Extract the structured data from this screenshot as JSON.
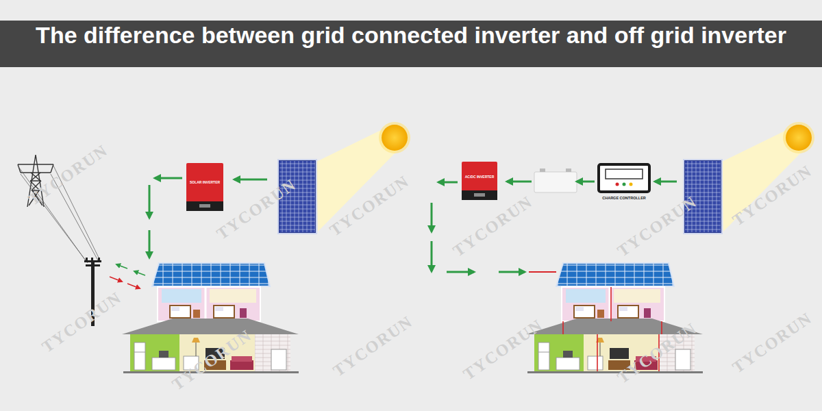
{
  "diagram": {
    "title": "The difference between grid connected inverter and off grid inverter",
    "nodes": [
      {
        "text": [
          "SOLAR INVERTER"
        ]
      },
      {
        "text": [
          "AC/DC INVERTER"
        ]
      },
      {
        "text": [
          "CHARGE CONTROLLER"
        ]
      }
    ],
    "labels": [
      "TYCORUN",
      "TYCORUN",
      "TYCORUN",
      "TYCORUN",
      "TYCORUN",
      "TYCORUN",
      "TYCORUN",
      "TYCORUN",
      "TYCORUN",
      "TYCORUN",
      "TYCORUN",
      "TYCORUN"
    ]
  }
}
